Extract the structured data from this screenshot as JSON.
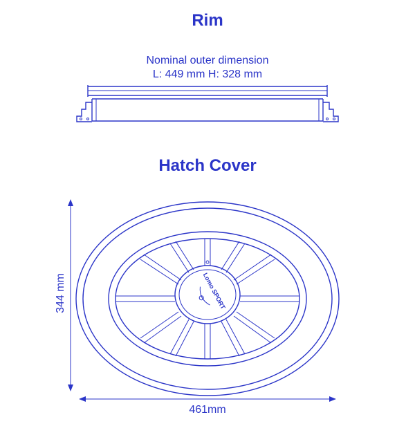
{
  "rim": {
    "title": "Rim",
    "dimension_caption": "Nominal outer dimension",
    "dimension_values": "L: 449 mm H: 328 mm"
  },
  "hatch_cover": {
    "title": "Hatch Cover",
    "height_label": "344 mm",
    "width_label": "461mm",
    "logo_text": "Lomo SPORT"
  },
  "colors": {
    "line": "#2b35c8",
    "background": "#ffffff"
  }
}
